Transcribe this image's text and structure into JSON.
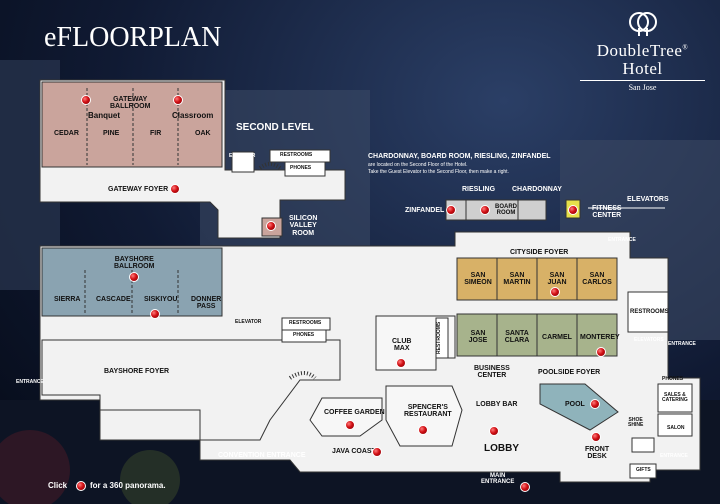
{
  "header": {
    "title": "eFLOORPLAN"
  },
  "logo": {
    "name_line1": "DoubleTree",
    "name_line2": "Hotel",
    "location": "San Jose",
    "registered": "®"
  },
  "second_level": {
    "heading": "SECOND LEVEL",
    "gateway_ballroom": "GATEWAY\nBALLROOM",
    "banquet": "Banquet",
    "classroom": "Classroom",
    "rooms": [
      "CEDAR",
      "PINE",
      "FIR",
      "OAK"
    ],
    "elevator": "ELEVATOR",
    "restrooms": "RESTROOMS",
    "phones": "PHONES",
    "gateway_foyer": "GATEWAY FOYER",
    "silicon_valley_room": "SILICON\nVALLEY\nROOM"
  },
  "inset": {
    "note_title": "CHARDONNAY, BOARD ROOM, RIESLING, ZINFANDEL",
    "note_line1": "are located on the Second Floor of the Hotel.",
    "note_line2": "Take the Guest Elevator to the Second Floor, then make a right.",
    "riesling": "RIESLING",
    "chardonnay": "CHARDONNAY",
    "zinfandel": "ZINFANDEL",
    "board_room": "BOARD\nROOM",
    "fitness_center": "FITNESS\nCENTER",
    "elevators": "ELEVATORS"
  },
  "first_level": {
    "bayshore_ballroom": "BAYSHORE\nBALLROOM",
    "bayshore_rooms": [
      "SIERRA",
      "CASCADE",
      "SISKIYOU",
      "DONNER\nPASS"
    ],
    "elevator": "ELEVATOR",
    "restrooms": "RESTROOMS",
    "phones": "PHONES",
    "bayshore_foyer": "BAYSHORE FOYER",
    "entrance_left": "ENTRANCE",
    "cityside_foyer": "CITYSIDE FOYER",
    "cityside_rooms": [
      "SAN\nSIMEON",
      "SAN\nMARTIN",
      "SAN\nJUAN",
      "SAN\nCARLOS"
    ],
    "poolside_rooms": [
      "SAN\nJOSE",
      "SANTA\nCLARA",
      "CARMEL",
      "MONTEREY"
    ],
    "club_max": "CLUB\nMAX",
    "restrooms_vertical": "RESTROOMS",
    "business_center": "BUSINESS\nCENTER",
    "poolside_foyer": "POOLSIDE FOYER",
    "restrooms_right": "RESTROOMS",
    "elevators_right": "ELEVATORS",
    "entrance_top_right": "ENTRANCE",
    "entrance_right": "ENTRANCE",
    "coffee_garden": "COFFEE GARDEN",
    "spencers": "SPENCER'S\nRESTAURANT",
    "lobby_bar": "LOBBY BAR",
    "pool": "POOL",
    "shoe_shine": "SHOE\nSHINE",
    "phones_right": "PHONES",
    "sales_catering": "SALES &\nCATERING",
    "salon": "SALON",
    "gifts": "GIFTS",
    "java_coast": "JAVA COAST",
    "lobby": "LOBBY",
    "front_desk": "FRONT\nDESK",
    "convention_entrance": "CONVENTION ENTRANCE",
    "main_entrance": "MAIN\nENTRANCE",
    "entrance_lower_right": "ENTRANCE"
  },
  "footer": {
    "click": "Click",
    "panorama": "for a 360 panorama."
  },
  "colors": {
    "gateway": "#caa49c",
    "bayshore": "#8aa3b1",
    "cityside": "#d8b167",
    "poolside": "#a7b38c",
    "pool": "#8fb3bb",
    "fitness": "#e6e04a"
  }
}
